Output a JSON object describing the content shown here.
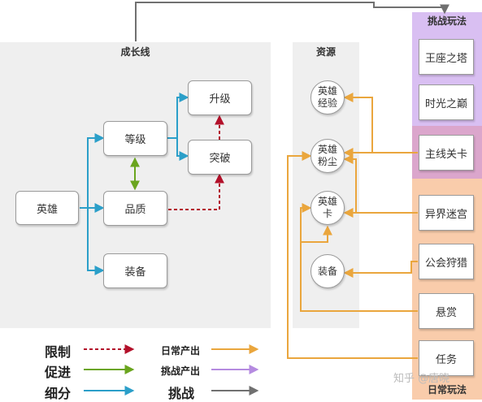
{
  "panels": {
    "growth_title": "成长线",
    "resource_title": "资源",
    "challenge_title": "挑战玩法",
    "daily_title": "日常玩法"
  },
  "growth_nodes": {
    "hero": "英雄",
    "level": "等级",
    "quality": "品质",
    "equipment": "装备",
    "upgrade": "升级",
    "breakthrough": "突破"
  },
  "resources": {
    "hero_exp": [
      "英雄",
      "经验"
    ],
    "hero_dust": [
      "英雄",
      "粉尘"
    ],
    "hero_card": [
      "英雄",
      "卡"
    ],
    "equipment": "装备"
  },
  "modes": {
    "throne_tower": "王座之塔",
    "time_peak": "时光之巅",
    "main_stage": "主线关卡",
    "otherworld_maze": "异界迷宫",
    "guild_hunt": "公会狩猎",
    "bounty": "悬赏",
    "quest": "任务"
  },
  "legend": {
    "restrict": "限制",
    "promote": "促进",
    "subdivide": "细分",
    "daily_output": "日常产出",
    "challenge_output": "挑战产出",
    "challenge": "挑战"
  },
  "colors": {
    "restrict": "#b3102a",
    "promote": "#6aa51e",
    "subdivide": "#2b9fc9",
    "daily_output": "#eaa63d",
    "challenge_output": "#b58be0",
    "challenge": "#707070"
  },
  "watermark": "知乎 @唐晓"
}
